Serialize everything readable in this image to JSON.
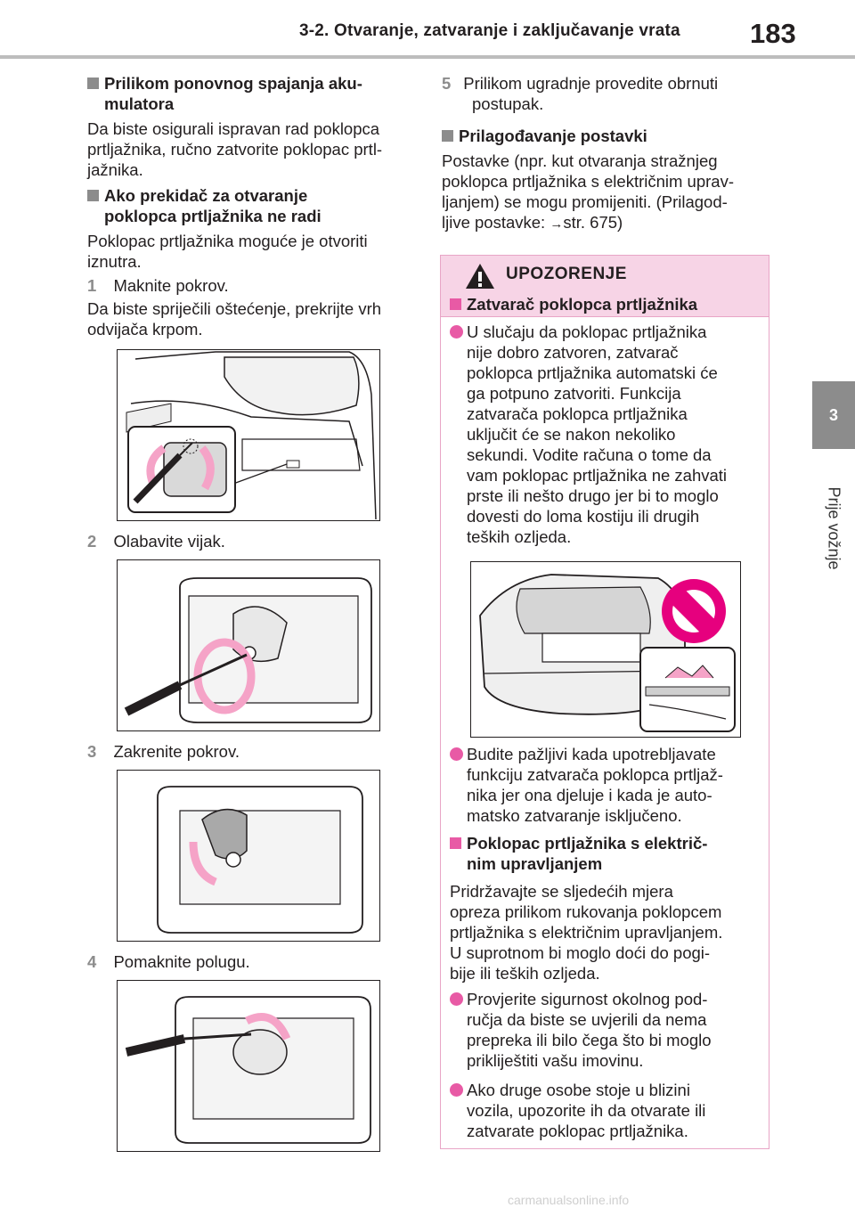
{
  "header": {
    "section_title": "3-2. Otvaranje, zatvaranje i zaključavanje vrata",
    "page_number": "183"
  },
  "side_tab": {
    "chapter_number": "3",
    "chapter_title": "Prije vožnje"
  },
  "left_column": {
    "sec1_heading": [
      "Prilikom ponovnog spajanja aku-",
      "mulatora"
    ],
    "sec1_text": [
      "Da biste osigurali ispravan rad poklopca",
      "prtljažnika, ručno zatvorite poklopac prtl-",
      "jažnika."
    ],
    "sec2_heading": [
      "Ako prekidač za otvaranje",
      "poklopca prtljažnika ne radi"
    ],
    "sec2_text": [
      "Poklopac prtljažnika moguće je otvoriti",
      "iznutra."
    ],
    "step1_num": "1",
    "step1_text": "Maknite pokrov.",
    "step1_note": [
      "Da biste spriječili oštećenje, prekrijte vrh",
      "odvijača krpom."
    ],
    "step2_num": "2",
    "step2_text": "Olabavite vijak.",
    "step3_num": "3",
    "step3_text": "Zakrenite pokrov.",
    "step4_num": "4",
    "step4_text": "Pomaknite polugu."
  },
  "right_column": {
    "step5_num": "5",
    "step5_text": [
      "Prilikom ugradnje provedite obrnuti",
      "postupak."
    ],
    "sec3_heading": "Prilagođavanje postavki",
    "sec3_text": [
      "Postavke (npr. kut otvaranja stražnjeg",
      "poklopca prtljažnika s električnim uprav-",
      "ljanjem) se mogu promijeniti. (Prilagod-",
      "ljive postavke: ",
      "str. 675)"
    ]
  },
  "warning": {
    "title": "UPOZORENJE",
    "h1": "Zatvarač poklopca prtljažnika",
    "b1": [
      "U slučaju da poklopac prtljažnika",
      "nije dobro zatvoren, zatvarač",
      "poklopca prtljažnika automatski će",
      "ga potpuno zatvoriti. Funkcija",
      "zatvarača poklopca prtljažnika",
      "uključit će se nakon nekoliko",
      "sekundi. Vodite računa o tome da",
      "vam poklopac prtljažnika ne zahvati",
      "prste ili nešto drugo jer bi to moglo",
      "dovesti do loma kostiju ili drugih",
      "teških ozljeda."
    ],
    "b2": [
      "Budite pažljivi kada upotrebljavate",
      "funkciju zatvarača poklopca prtljaž-",
      "nika jer ona djeluje i kada je auto-",
      "matsko zatvaranje isključeno."
    ],
    "h2": [
      "Poklopac prtljažnika s električ-",
      "nim upravljanjem"
    ],
    "p2": [
      "Pridržavajte se sljedećih mjera",
      "opreza prilikom rukovanja poklopcem",
      "prtljažnika s električnim upravljanjem.",
      "U suprotnom bi moglo doći do pogi-",
      "bije ili teških ozljeda."
    ],
    "b3": [
      "Provjerite sigurnost okolnog pod-",
      "ručja da biste se uvjerili da nema",
      "prepreka ili bilo čega što bi moglo",
      "priklije­štiti vašu imovinu."
    ],
    "b4": [
      "Ako druge osobe stoje u blizini",
      "vozila, upozorite ih da otvarate ili",
      "zatvarate poklopac prtljažnika."
    ]
  },
  "watermark": "carmanualsonline.info",
  "colors": {
    "accent_pink": "#e85aa5",
    "warning_fill": "#f7d4e6",
    "gray": "#8c8c8c"
  }
}
